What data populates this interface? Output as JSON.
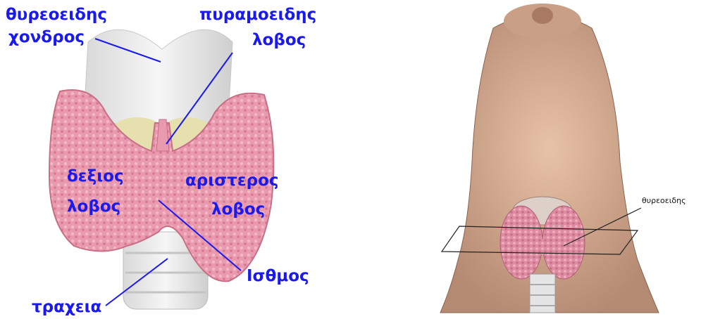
{
  "left_diagram": {
    "labels": {
      "thyroid_cartilage_1": "θυρεοειδης",
      "thyroid_cartilage_2": "χονδρος",
      "pyramidal_1": "πυραμοειδης",
      "pyramidal_2": "λοβος",
      "right_lobe_1": "δεξιος",
      "right_lobe_2": "λοβος",
      "left_lobe_1": "αριστερος",
      "left_lobe_2": "λοβος",
      "isthmus": "Ισθμος",
      "trachea": "τραχεια"
    },
    "colors": {
      "label": "#1a1aee",
      "gland": "#e89aae",
      "cartilage": "#e9e9e9"
    }
  },
  "right_illustration": {
    "label": "θυρεοειδης"
  }
}
